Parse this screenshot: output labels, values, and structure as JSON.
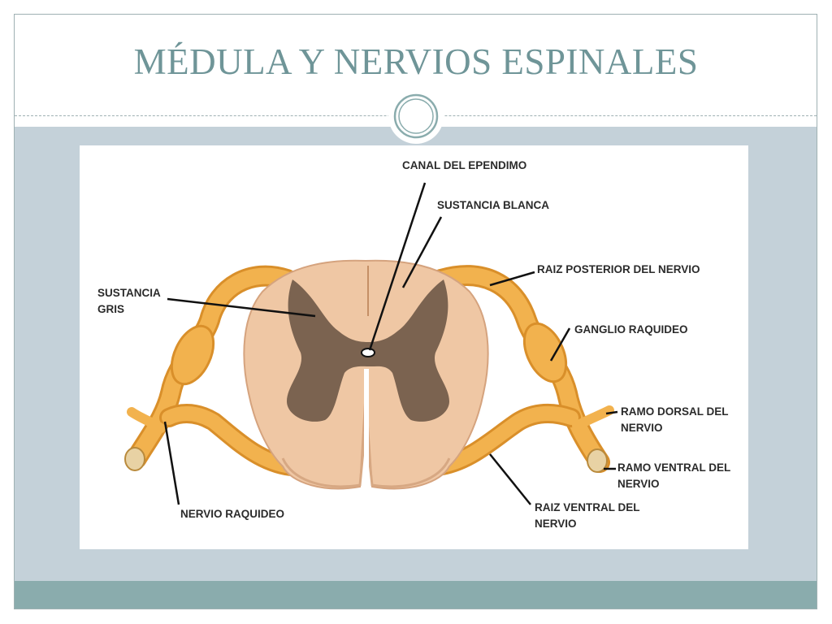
{
  "slide": {
    "title": "MÉDULA Y NERVIOS ESPINALES"
  },
  "diagram": {
    "labels": {
      "canal_ependimo": "CANAL DEL EPENDIMO",
      "sustancia_blanca": "SUSTANCIA BLANCA",
      "sustancia_gris": "SUSTANCIA\nGRIS",
      "raiz_posterior": "RAIZ POSTERIOR DEL NERVIO",
      "ganglio_raquideo": "GANGLIO RAQUIDEO",
      "ramo_dorsal": "RAMO DORSAL DEL\nNERVIO",
      "ramo_ventral": "RAMO VENTRAL DEL\nNERVIO",
      "raiz_ventral": "RAIZ VENTRAL DEL\nNERVIO",
      "nervio_raquideo": "NERVIO RAQUIDEO"
    },
    "colors": {
      "white_matter": "#efc7a4",
      "grey_matter": "#7b6350",
      "nerve": "#f2b24e",
      "nerve_dark": "#d98f2a",
      "leader_line": "#111111"
    }
  },
  "theme": {
    "title_color": "#6f9598",
    "content_bg": "#c4d1d9",
    "footer_bg": "#8aacad"
  }
}
